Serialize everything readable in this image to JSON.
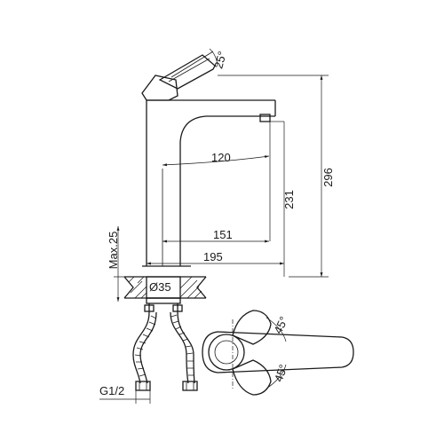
{
  "diagram": {
    "dimensions": {
      "handle_angle": "25°",
      "total_height": "296",
      "reach_120": "120",
      "spout_height": "231",
      "base_151": "151",
      "base_195": "195",
      "max_deck": "Max.25",
      "hole_diameter": "Ø35",
      "thread": "G1/2",
      "angle_upper": "45°",
      "angle_lower": "45°"
    }
  }
}
